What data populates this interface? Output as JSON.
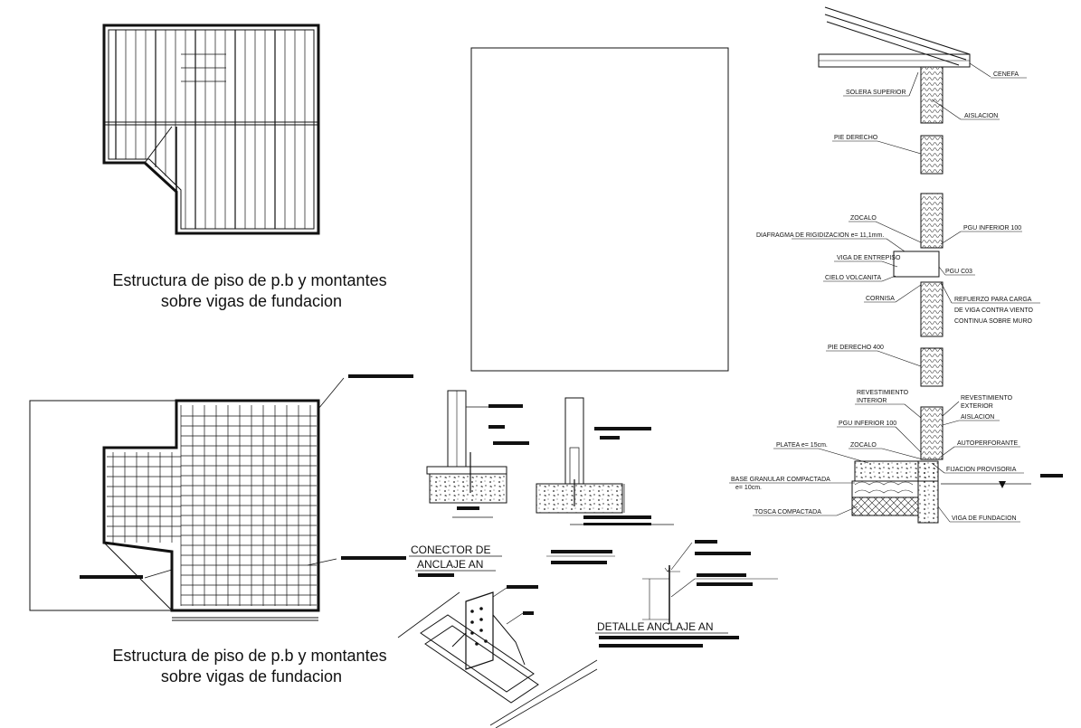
{
  "captions": {
    "top": [
      "Estructura de piso de p.b y montantes",
      "sobre vigas de fundacion"
    ],
    "bottom": [
      "Estructura de piso de p.b y montantes",
      "sobre vigas de fundacion"
    ]
  },
  "details": {
    "connector_title": [
      "CONECTOR DE",
      "ANCLAJE AN"
    ],
    "anchor_title": "DETALLE ANCLAJE AN"
  },
  "section_labels": {
    "cenefa": "CENEFA",
    "solera": "SOLERA SUPERIOR",
    "aislacion_top": "AISLACION",
    "pie_derecho": "PIE DERECHO",
    "zocalo_top": "ZOCALO",
    "pgu_inferior_top": "PGU INFERIOR 100",
    "diafragma": "DIAFRAGMA DE RIGIDIZACION e= 11,1mm.",
    "viga_entrepiso": "VIGA DE ENTREPISO",
    "pgu_c03": "PGU C03",
    "cielo": "CIELO VOLCANITA",
    "cornisa": "CORNISA",
    "refuerzo": [
      "REFUERZO PARA CARGA",
      "DE VIGA CONTRA VIENTO",
      "CONTINUA SOBRE MURO"
    ],
    "pie_derecho_400": "PIE DERECHO 400",
    "rev_interior": [
      "REVESTIMIENTO",
      "INTERIOR"
    ],
    "rev_exterior": [
      "REVESTIMIENTO",
      "EXTERIOR"
    ],
    "aislacion_bottom": "AISLACION",
    "pgu_inferior_bottom": "PGU INFERIOR 100",
    "zocalo_bottom": "ZOCALO",
    "autoperforante": "AUTOPERFORANTE",
    "platea": "PLATEA e= 15cm.",
    "fijacion": "FIJACION PROVISORIA",
    "base_granular": [
      "BASE GRANULAR COMPACTADA",
      "e= 10cm."
    ],
    "tosca": "TOSCA COMPACTADA",
    "viga_fundacion": "VIGA DE FUNDACION"
  }
}
